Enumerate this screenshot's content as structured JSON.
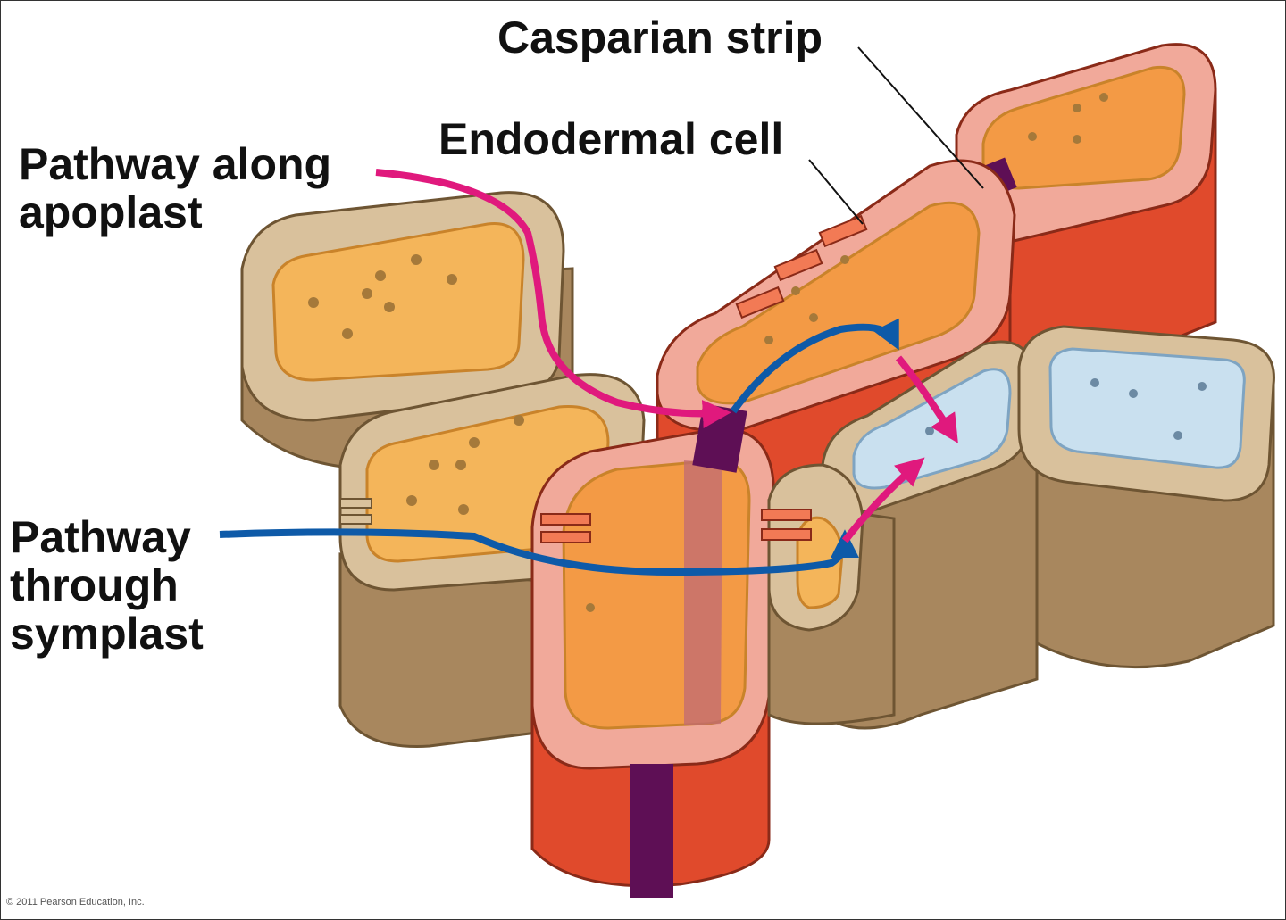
{
  "labels": {
    "casparian_strip": "Casparian strip",
    "endodermal_cell": "Endodermal cell",
    "apoplast_pathway": "Pathway along\napoplast",
    "symplast_pathway": "Pathway\nthrough\nsymplast"
  },
  "credit": "© 2011 Pearson Education, Inc.",
  "colors": {
    "cortex_wall": "#d9c19c",
    "cortex_side": "#a8875e",
    "cortex_inner": "#f4b55a",
    "endodermis_wall": "#f1a99a",
    "endodermis_side": "#e04a2c",
    "endodermis_inner": "#f39a45",
    "casparian_strip": "#5e0f55",
    "stele_inner": "#c9e0ef",
    "apoplast_arrow": "#e0197d",
    "symplast_arrow": "#0e5aa8"
  }
}
